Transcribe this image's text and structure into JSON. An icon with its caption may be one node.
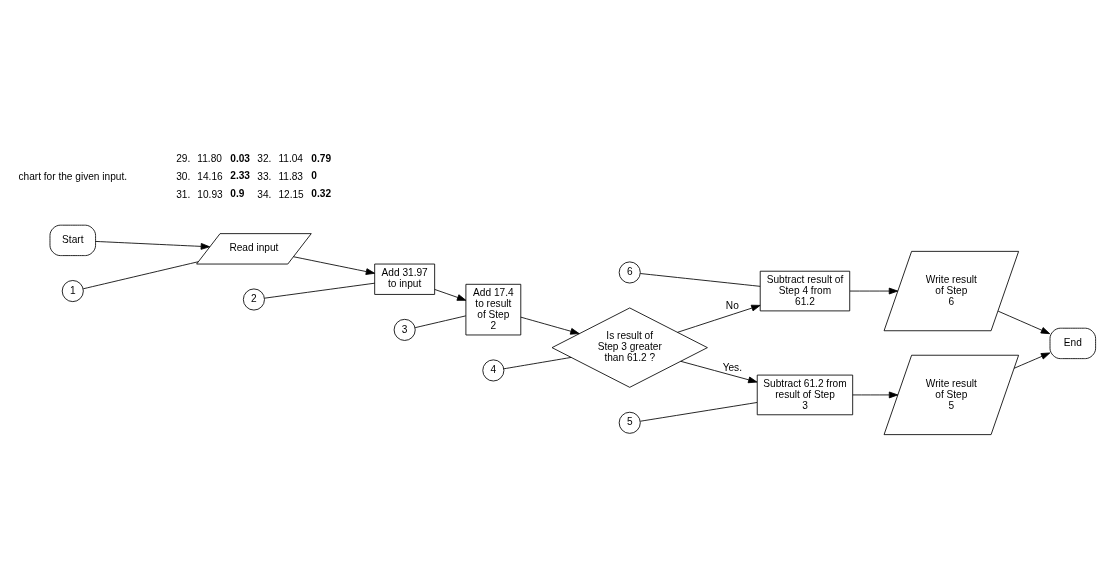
{
  "diagram": {
    "nodes": [
      {
        "text": [
          "Start"
        ]
      },
      {
        "text": [
          "1"
        ]
      },
      {
        "text": [
          "Read input"
        ]
      },
      {
        "text": [
          "2"
        ]
      },
      {
        "text": [
          "Add 31.97 to input"
        ]
      },
      {
        "text": [
          "3"
        ]
      },
      {
        "text": [
          "Add 17.4 to result of Step 2"
        ]
      },
      {
        "text": [
          "4"
        ]
      },
      {
        "text": [
          "Is result of Step 3 greater than 61.2 ?"
        ]
      },
      {
        "text": [
          "6"
        ]
      },
      {
        "text": [
          "Subtract result of Step 4 from 61.2"
        ]
      },
      {
        "text": [
          "5"
        ]
      },
      {
        "text": [
          "Subtract 61.2 from result of Step 3"
        ]
      },
      {
        "text": [
          "Write result of Step 6"
        ]
      },
      {
        "text": [
          "Write result of Step 5"
        ]
      },
      {
        "text": [
          "End"
        ]
      }
    ],
    "edges": [
      {
        "from": 0,
        "to": 2,
        "arrow": "to"
      },
      {
        "from": 1,
        "to": 2,
        "arrow": "none"
      },
      {
        "from": 3,
        "to": 4,
        "arrow": "none"
      },
      {
        "from": 5,
        "to": 6,
        "arrow": "none"
      },
      {
        "from": 7,
        "to": 8,
        "arrow": "none"
      },
      {
        "from": 9,
        "to": 10,
        "arrow": "none"
      },
      {
        "from": 11,
        "to": 12,
        "arrow": "none"
      },
      {
        "from": 2,
        "to": 4,
        "arrow": "to"
      },
      {
        "from": 4,
        "to": 6,
        "arrow": "to"
      },
      {
        "from": 6,
        "to": 8,
        "arrow": "to"
      },
      {
        "from": 8,
        "to": 10,
        "arrow": "to",
        "label": "No"
      },
      {
        "from": 8,
        "to": 12,
        "arrow": "to",
        "label": "Yes."
      },
      {
        "from": 12,
        "to": 14,
        "arrow": "to"
      },
      {
        "from": 10,
        "to": 13,
        "arrow": "to"
      },
      {
        "from": 13,
        "to": 15,
        "arrow": "to"
      },
      {
        "from": 14,
        "to": 15,
        "arrow": "to"
      }
    ],
    "labels": [
      "chart for the given input.",
      "29.",
      "11.80",
      "0.03",
      "32.",
      "11.04",
      "0.79",
      "30.",
      "14.16",
      "2.33",
      "33.",
      "11.83",
      "0",
      "31.",
      "10.93",
      "0.9",
      "34.",
      "12.15",
      "0.32"
    ]
  }
}
